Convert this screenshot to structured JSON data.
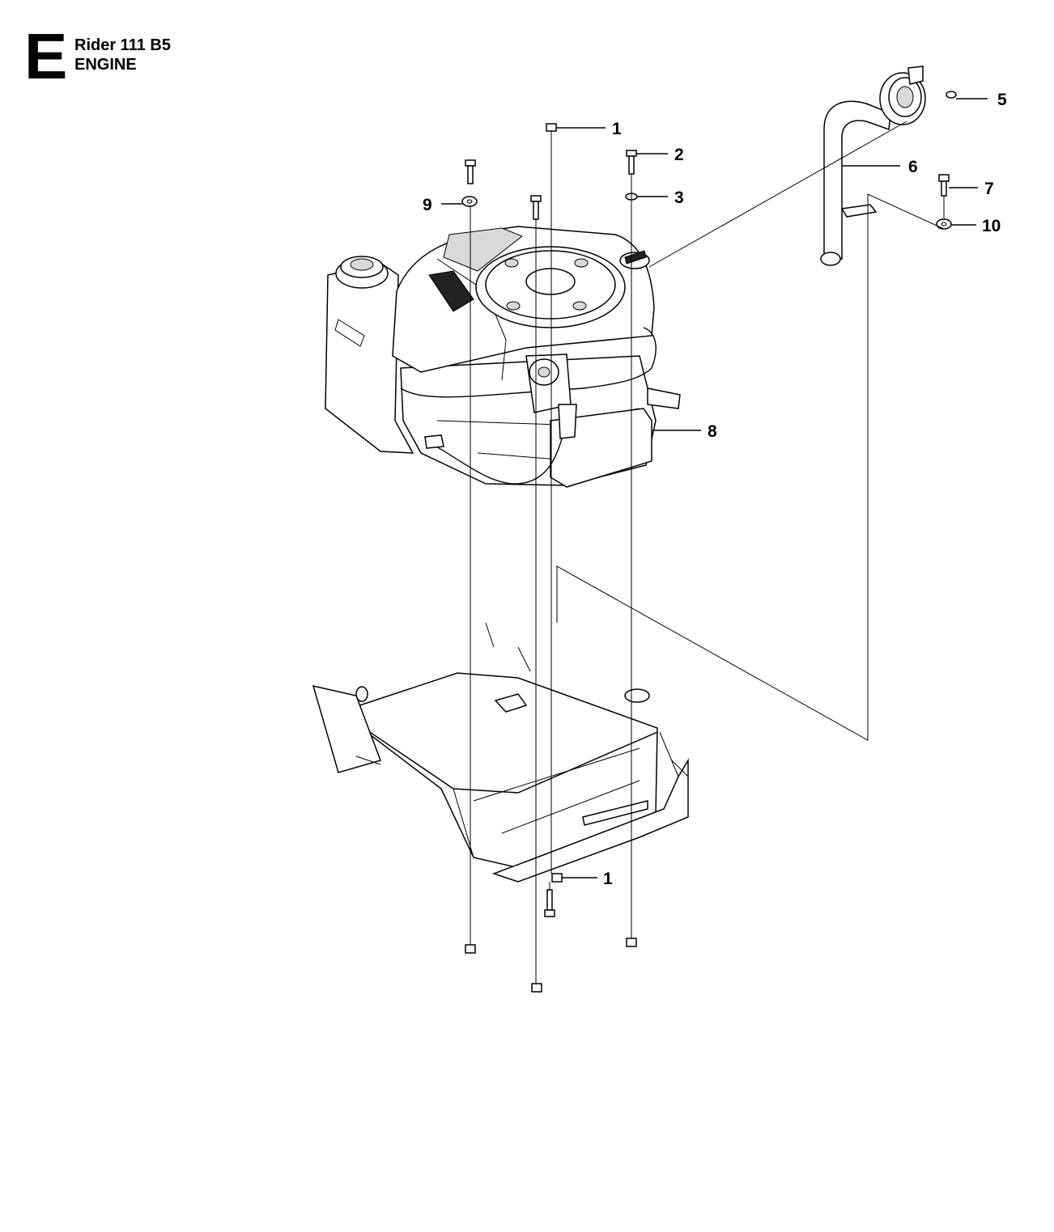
{
  "header": {
    "section_letter": "E",
    "model": "Rider 111 B5",
    "group": "ENGINE"
  },
  "callouts": [
    {
      "id": "c1-top",
      "label": "1"
    },
    {
      "id": "c2",
      "label": "2"
    },
    {
      "id": "c3",
      "label": "3"
    },
    {
      "id": "c5",
      "label": "5"
    },
    {
      "id": "c6",
      "label": "6"
    },
    {
      "id": "c7",
      "label": "7"
    },
    {
      "id": "c8",
      "label": "8"
    },
    {
      "id": "c9",
      "label": "9"
    },
    {
      "id": "c10",
      "label": "10"
    },
    {
      "id": "c1-bottom",
      "label": "1"
    }
  ]
}
